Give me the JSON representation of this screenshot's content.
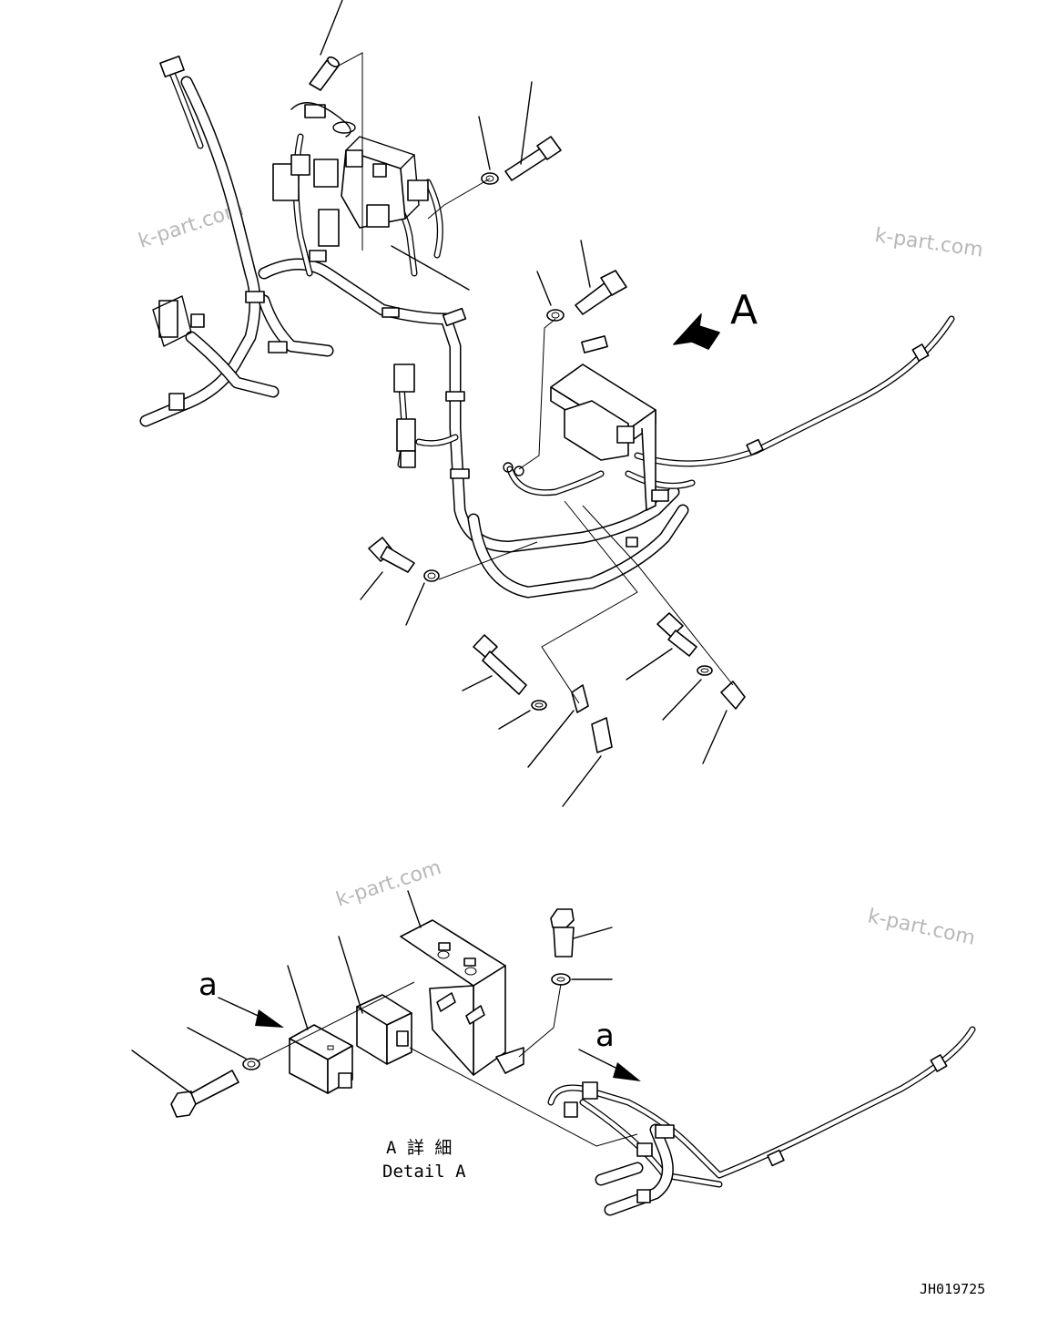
{
  "watermarks": [
    "k-part.com",
    "k-part.com",
    "k-part.com",
    "k-part.com"
  ],
  "view_label": "A",
  "detail_label_a_left": "a",
  "detail_label_a_right": "a",
  "caption": {
    "line1": "A 詳 細",
    "line2": "Detail A"
  },
  "drawing_code": "JH019725"
}
